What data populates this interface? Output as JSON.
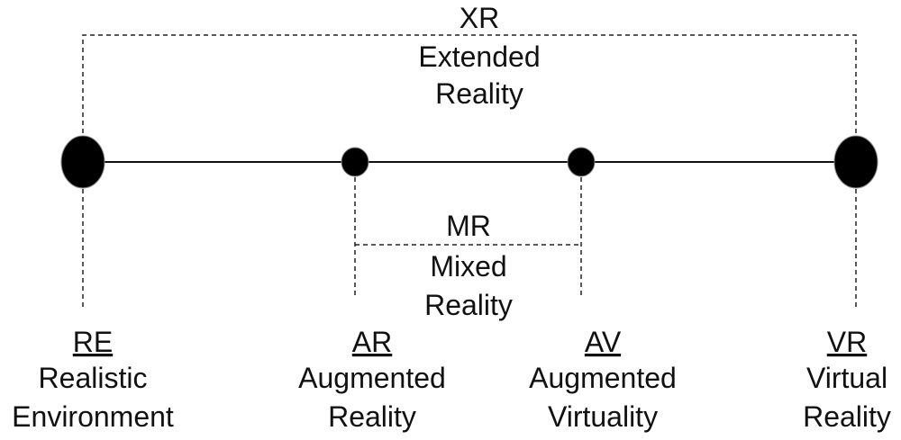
{
  "xr": {
    "abbr": "XR",
    "line1": "Extended",
    "line2": "Reality"
  },
  "mr": {
    "abbr": "MR",
    "line1": "Mixed",
    "line2": "Reality"
  },
  "points": {
    "re": {
      "abbr": "RE",
      "line1": "Realistic",
      "line2": "Environment"
    },
    "ar": {
      "abbr": "AR",
      "line1": "Augmented",
      "line2": "Reality"
    },
    "av": {
      "abbr": "AV",
      "line1": "Augmented",
      "line2": "Virtuality"
    },
    "vr": {
      "abbr": "VR",
      "line1": "Virtual",
      "line2": "Reality"
    }
  }
}
